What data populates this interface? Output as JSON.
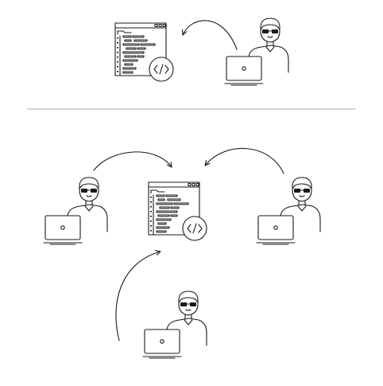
{
  "colors": {
    "ink": "#1a1a1a",
    "divider": "#c9c9c9",
    "background": "#ffffff"
  },
  "icons": {
    "code_file": "code-file-icon",
    "developer": "developer-icon",
    "laptop": "laptop-icon",
    "arrow": "curved-arrow"
  },
  "top_panel": {
    "developers": 1,
    "code_files": 1,
    "arrows": 1
  },
  "bottom_panel": {
    "developers": 3,
    "code_files": 1,
    "arrows": 3
  }
}
